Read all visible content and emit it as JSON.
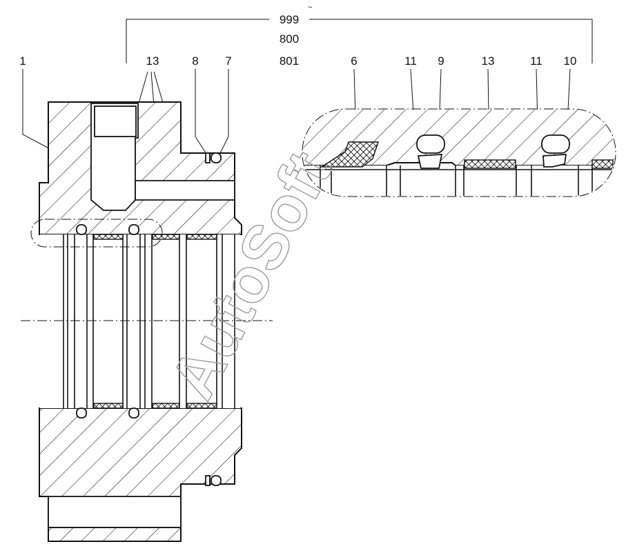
{
  "labels": {
    "top_mark": "~",
    "assembly_999": "999",
    "assembly_800": "800",
    "assembly_801": "801",
    "part_1": "1",
    "part_13_main": "13",
    "part_8": "8",
    "part_7": "7",
    "part_6": "6",
    "part_11_a": "11",
    "part_9": "9",
    "part_13_detail": "13",
    "part_11_b": "11",
    "part_10": "10"
  },
  "watermark": "AutoSoft",
  "colors": {
    "line": "#111111",
    "watermark": "#9a9a9a",
    "background": "#ffffff"
  }
}
